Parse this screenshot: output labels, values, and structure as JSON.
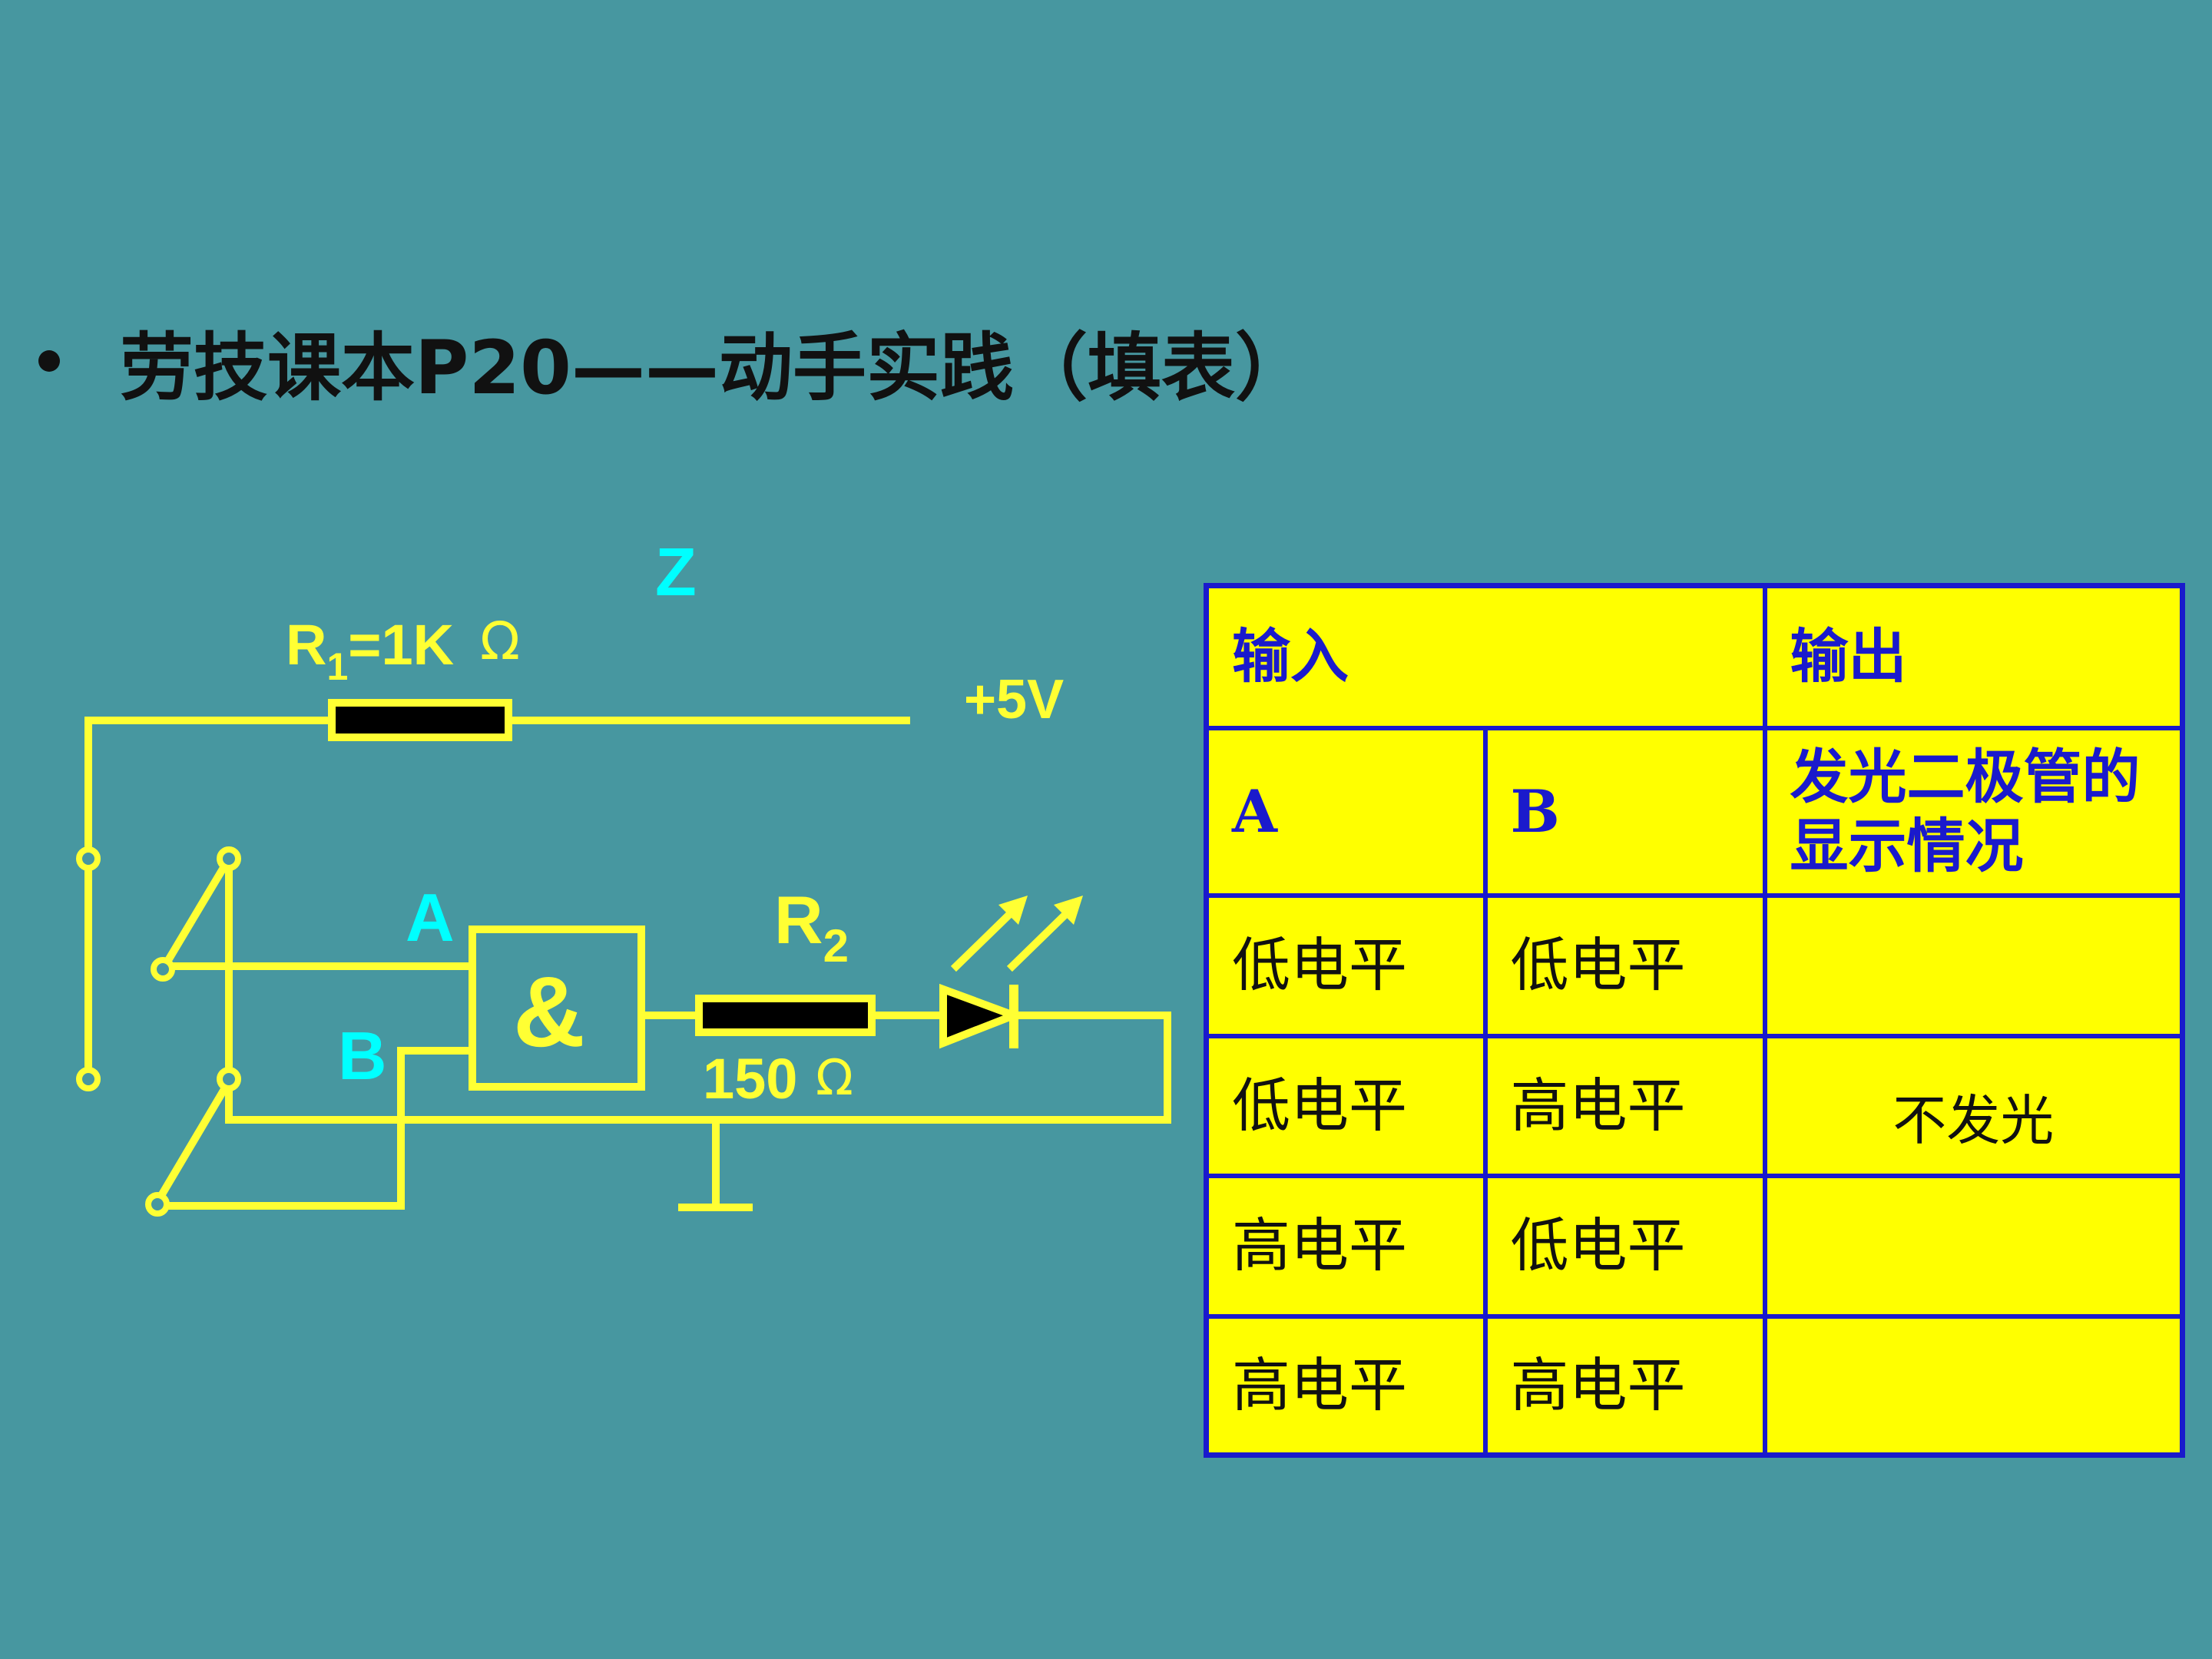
{
  "slide": {
    "bullet_text": "劳技课本P20——动手实践（填表）"
  },
  "circuit": {
    "label_z": "Z",
    "label_r1": "R",
    "label_r1_sub": "1",
    "label_r1_value": "=1K",
    "label_omega_1": "Ω",
    "label_vcc": "+5V",
    "label_a": "A",
    "label_b": "B",
    "label_gate": "&",
    "label_r2": "R",
    "label_r2_sub": "2",
    "label_r2_value": "150",
    "label_omega_2": "Ω",
    "colors": {
      "background": "#4797a0",
      "wire": "#ffff33",
      "input_label": "#00ffff",
      "resistor_fill": "#000000"
    }
  },
  "table": {
    "header_input": "输入",
    "header_output": "输出",
    "col_a": "A",
    "col_b": "B",
    "col_led": "发光二极管的显示情况",
    "rows": [
      {
        "a": "低电平",
        "b": "低电平",
        "led": ""
      },
      {
        "a": "低电平",
        "b": "高电平",
        "led": "不发光"
      },
      {
        "a": "高电平",
        "b": "低电平",
        "led": ""
      },
      {
        "a": "高电平",
        "b": "高电平",
        "led": ""
      }
    ],
    "colors": {
      "cell": "#ffff00",
      "border": "#1a1acc",
      "header_text": "#1a1acc"
    }
  }
}
